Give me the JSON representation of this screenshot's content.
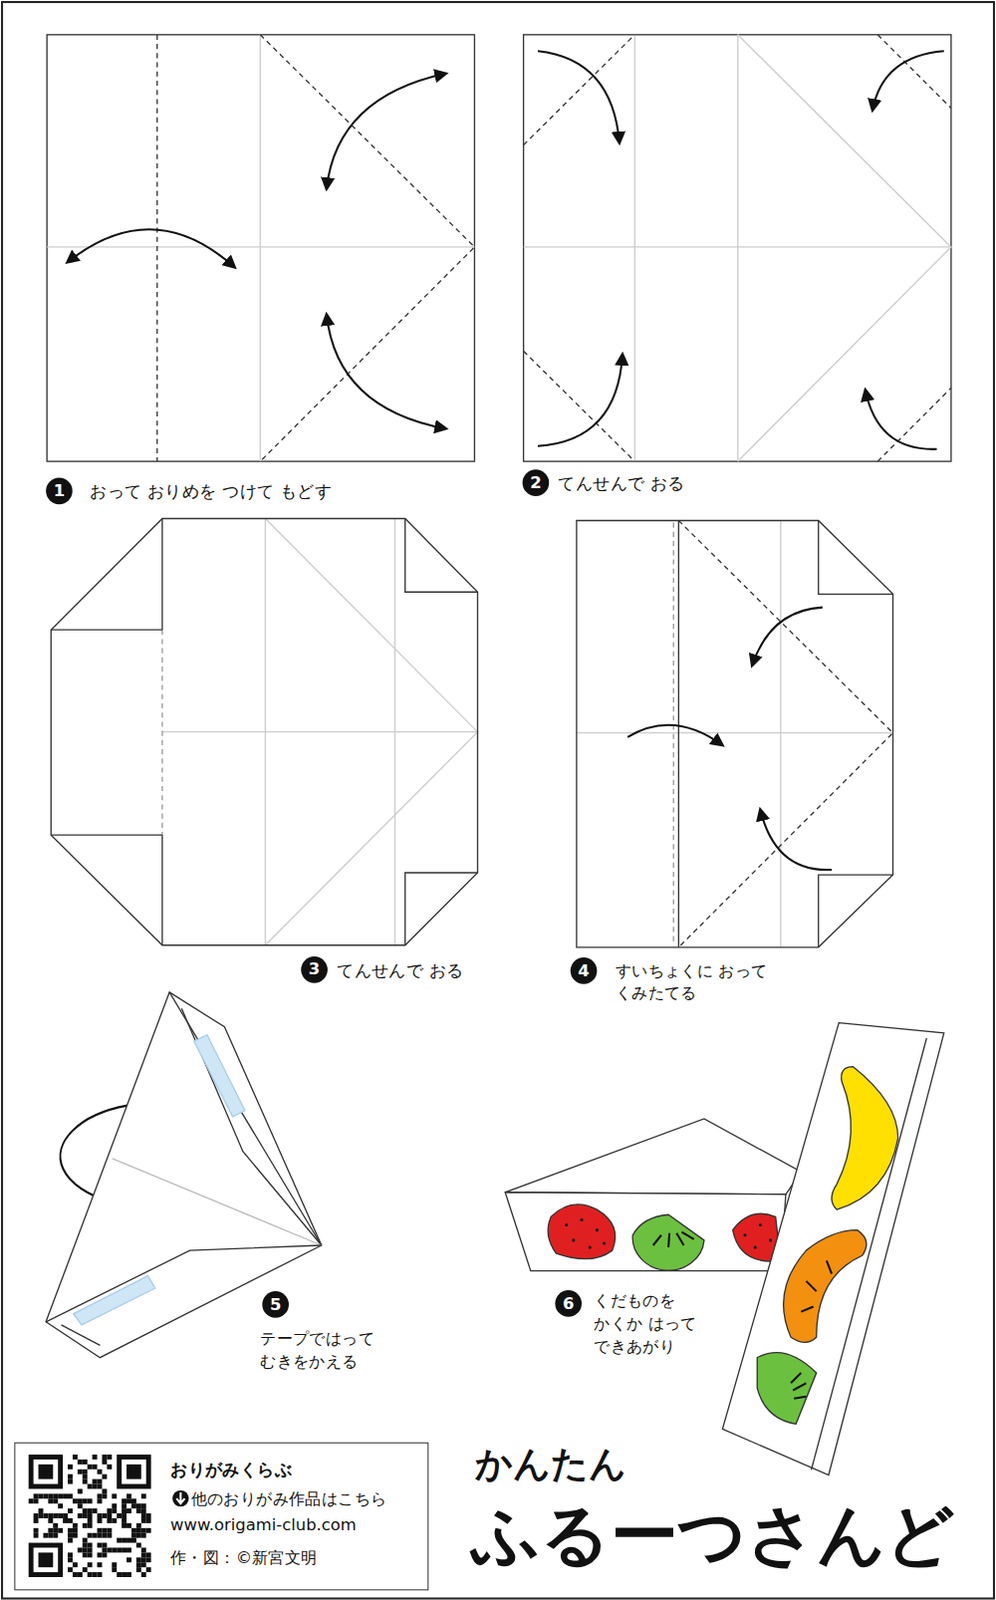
{
  "diagram": {
    "title": "ふるーつさんど",
    "nodes": [
      {
        "text": [
          "1"
        ]
      },
      {
        "text": [
          "2"
        ]
      },
      {
        "text": [
          "3"
        ]
      },
      {
        "text": [
          "4"
        ]
      },
      {
        "text": [
          "5"
        ]
      },
      {
        "text": [
          "6"
        ]
      },
      {
        "text": [
          "おりがみくらぶ",
          "他のおりがみ作品はこちら",
          "www.origami-club.com",
          "作・図：©新宮文明"
        ]
      }
    ],
    "labels": [
      "かんたん",
      "おって おりめを つけて もどす",
      "てんせんで おる",
      "てんせんで おる",
      "すいちょくに おって くみたてる",
      "テープではって むきをかえる",
      "くだものを かくか はって できあがり"
    ]
  }
}
